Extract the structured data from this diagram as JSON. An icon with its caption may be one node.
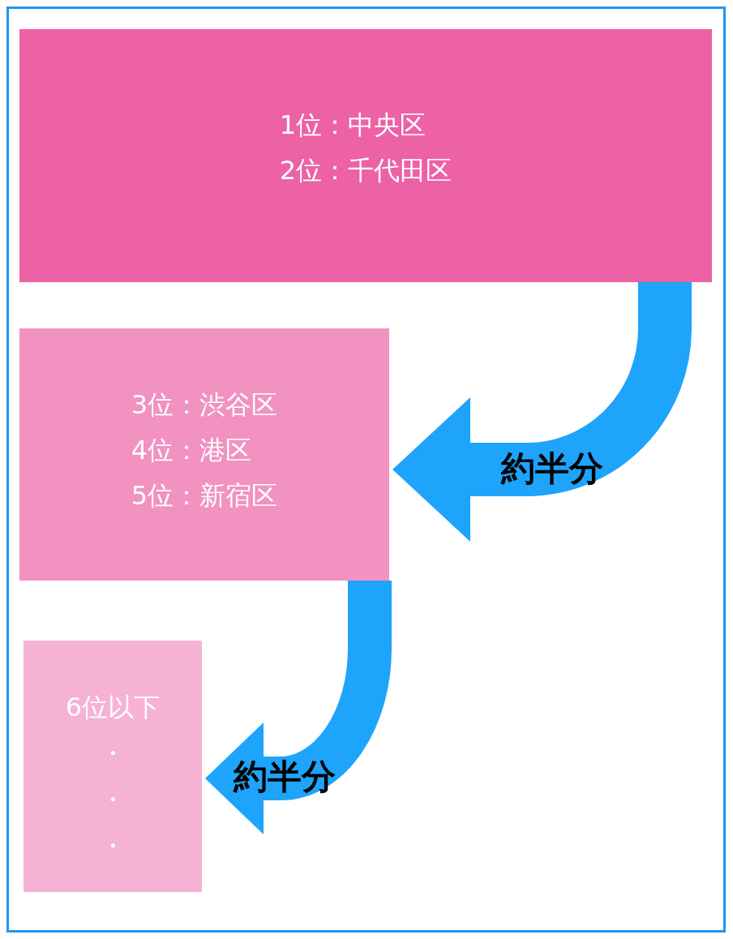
{
  "diagram": {
    "nodes": [
      {
        "text": [
          "1位：中央区",
          "2位：千代田区"
        ]
      },
      {
        "text": [
          "3位：渋谷区",
          "4位：港区",
          "5位：新宿区"
        ]
      },
      {
        "text": [
          "6位以下",
          "・",
          "・",
          "・"
        ]
      }
    ],
    "edges": [
      {
        "from": 0,
        "to": 1,
        "arrow": "to",
        "label": "約半分"
      },
      {
        "from": 1,
        "to": 2,
        "arrow": "to",
        "label": "約半分"
      }
    ]
  }
}
